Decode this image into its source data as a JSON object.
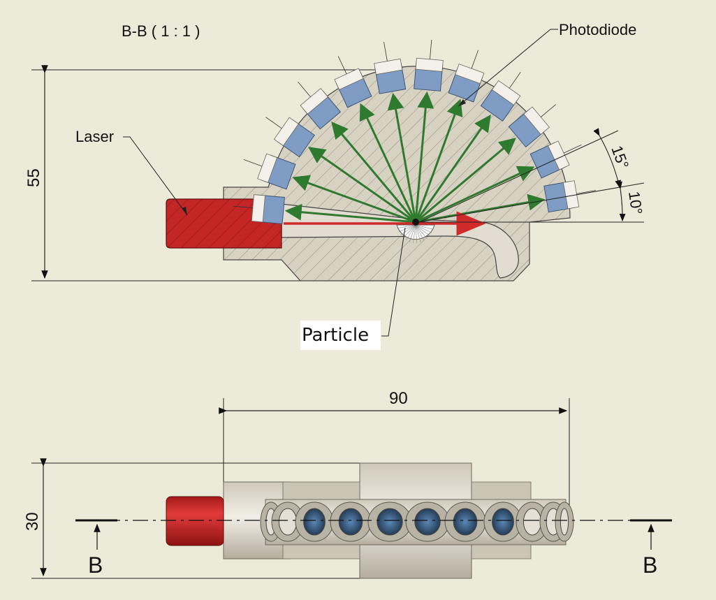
{
  "view_title": "B-B ( 1 : 1 )",
  "labels": {
    "photodiode": "Photodiode",
    "laser": "Laser",
    "particle": "Particle"
  },
  "dimensions": {
    "height_section": "55",
    "angle_step": "15°",
    "angle_start": "10°",
    "length": "90",
    "height_plan": "30"
  },
  "section_markers": {
    "left": "B",
    "right": "B"
  },
  "colors": {
    "background": "#ecebda",
    "laser_body": "#c22424",
    "housing": "#d7d1c2",
    "photodiode": "#7f9dc4",
    "scatter_rays": "#2f7a2f",
    "laser_beam": "#d02a2a"
  },
  "photodiode_count": 12
}
